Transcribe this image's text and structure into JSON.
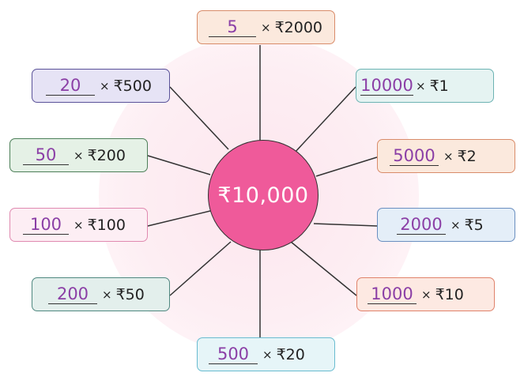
{
  "center": {
    "label": "₹10,000",
    "color": "#ef5a9a"
  },
  "times_symbol": "×",
  "items": [
    {
      "answer": "5",
      "denomination": "₹2000",
      "fill": "#fbe9dd",
      "border": "#d98c6a"
    },
    {
      "answer": "10000",
      "denomination": "₹1",
      "fill": "#e5f3f2",
      "border": "#6cb3b3"
    },
    {
      "answer": "5000",
      "denomination": "₹2",
      "fill": "#fbe9dd",
      "border": "#d98c6a"
    },
    {
      "answer": "2000",
      "denomination": "₹5",
      "fill": "#e4eef8",
      "border": "#6a8fc0"
    },
    {
      "answer": "1000",
      "denomination": "₹10",
      "fill": "#fde9e2",
      "border": "#e0826a"
    },
    {
      "answer": "500",
      "denomination": "₹20",
      "fill": "#e6f5f8",
      "border": "#69bcd0"
    },
    {
      "answer": "200",
      "denomination": "₹50",
      "fill": "#e3efec",
      "border": "#4f8880"
    },
    {
      "answer": "100",
      "denomination": "₹100",
      "fill": "#fdeef4",
      "border": "#e08ab0"
    },
    {
      "answer": "50",
      "denomination": "₹200",
      "fill": "#e5f1e6",
      "border": "#4c7f58"
    },
    {
      "answer": "20",
      "denomination": "₹500",
      "fill": "#e6e3f5",
      "border": "#5a5299"
    }
  ]
}
